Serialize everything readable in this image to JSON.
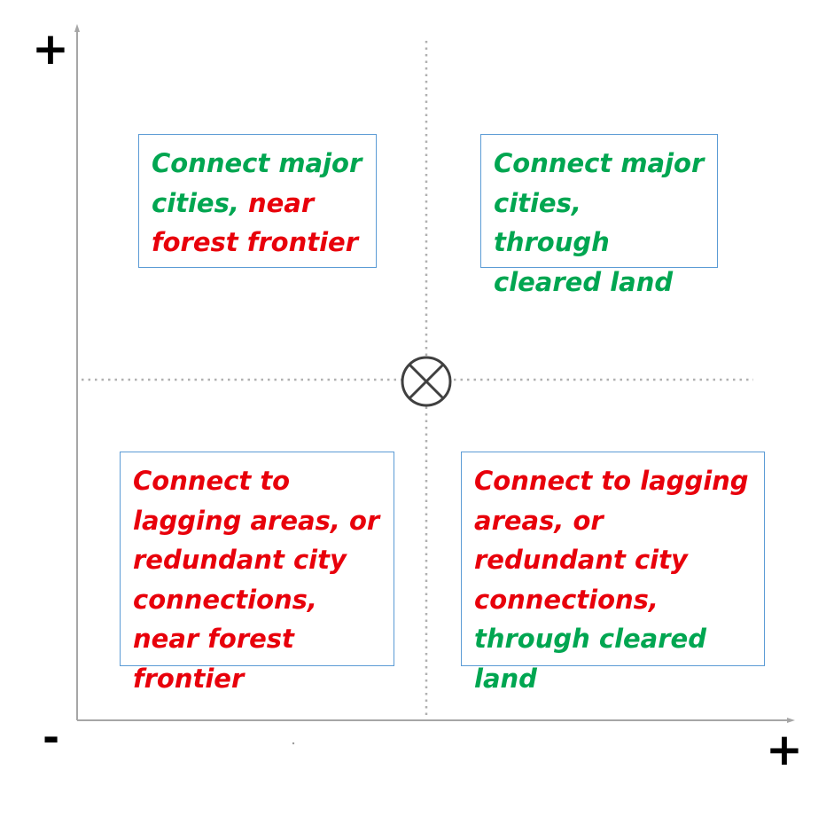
{
  "colors": {
    "green": "#00a651",
    "red": "#e8000b",
    "axis": "#a6a6a6",
    "guide": "#b0b0b0",
    "box_border": "#5b9bd5"
  },
  "axis_signs": {
    "y_top": "+",
    "x_right": "+",
    "origin": "-"
  },
  "center_marker_icon": "circled-x-icon",
  "quadrants": {
    "top_left": {
      "segments": [
        {
          "text": "Connect major cities, ",
          "color": "green"
        },
        {
          "text": "near forest frontier",
          "color": "red"
        }
      ]
    },
    "top_right": {
      "segments": [
        {
          "text": "Connect major cities, through cleared land",
          "color": "green"
        }
      ]
    },
    "bottom_left": {
      "segments": [
        {
          "text": "Connect to lagging areas, or redundant city connections, near forest frontier",
          "color": "red"
        }
      ]
    },
    "bottom_right": {
      "segments": [
        {
          "text": "Connect to lagging areas, or redundant city connections, ",
          "color": "red"
        },
        {
          "text": "through cleared land",
          "color": "green"
        }
      ]
    }
  }
}
